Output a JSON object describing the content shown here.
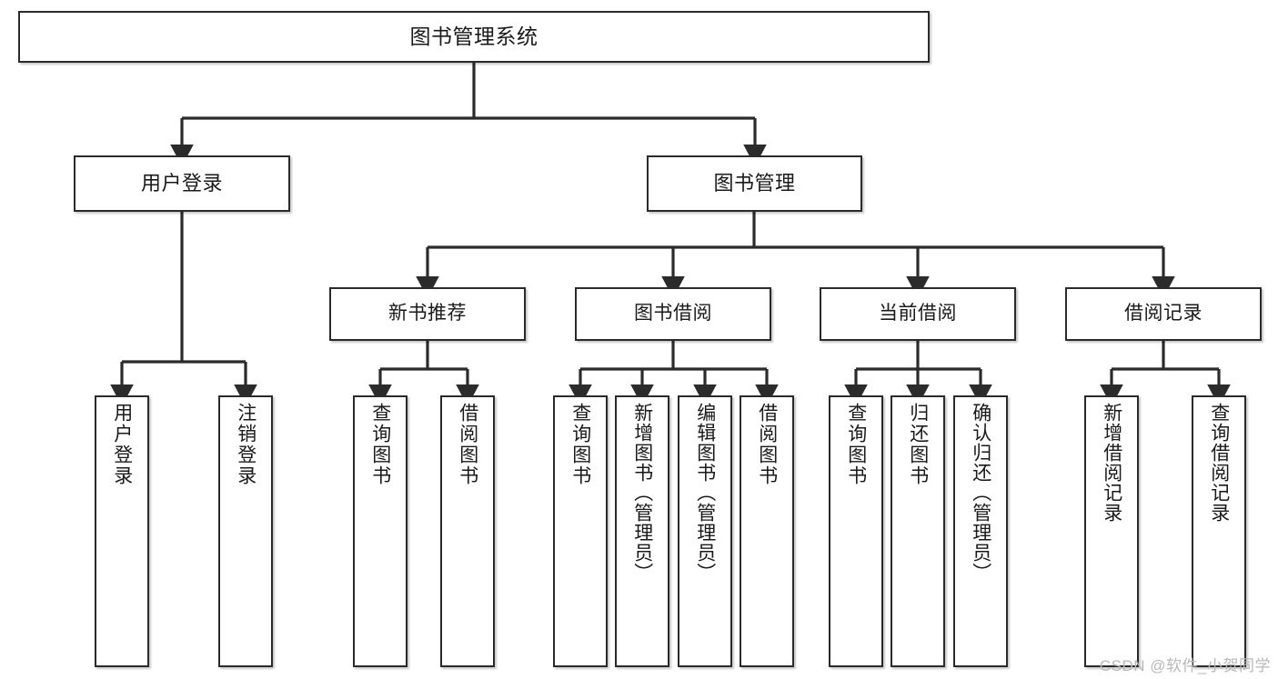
{
  "diagram": {
    "type": "tree",
    "title": "图书管理系统",
    "watermark": "CSDN @软件_小贺同学",
    "colors": {
      "box_border": "#2b2b2b",
      "box_fill": "#ffffff",
      "line": "#2b2b2b",
      "watermark": "#b8b8b8"
    },
    "nodes": {
      "root": {
        "label": "图书管理系统"
      },
      "level2": [
        {
          "label": "用户登录"
        },
        {
          "label": "图书管理"
        }
      ],
      "level3": [
        {
          "label": "新书推荐"
        },
        {
          "label": "图书借阅"
        },
        {
          "label": "当前借阅"
        },
        {
          "label": "借阅记录"
        }
      ],
      "leaves": {
        "user_login": [
          {
            "label": "用户登录"
          },
          {
            "label": "注销登录"
          }
        ],
        "new_book": [
          {
            "label": "查询图书"
          },
          {
            "label": "借阅图书"
          }
        ],
        "book_borrow": [
          {
            "label": "查询图书"
          },
          {
            "label": "新增图书（管理员）"
          },
          {
            "label": "编辑图书（管理员）"
          },
          {
            "label": "借阅图书"
          }
        ],
        "current_borrow": [
          {
            "label": "查询图书"
          },
          {
            "label": "归还图书"
          },
          {
            "label": "确认归还（管理员）"
          }
        ],
        "borrow_record": [
          {
            "label": "新增借阅记录"
          },
          {
            "label": "查询借阅记录"
          }
        ]
      }
    }
  }
}
